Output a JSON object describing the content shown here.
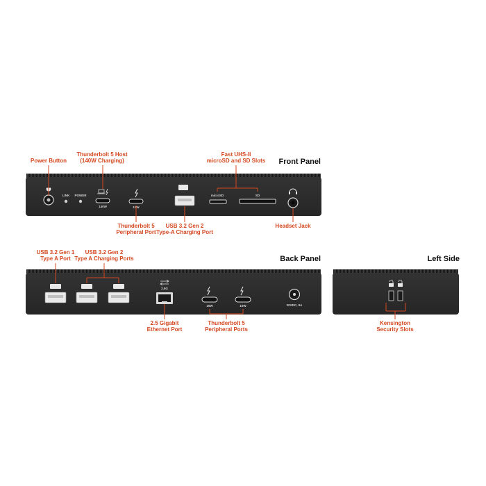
{
  "panels": {
    "front_title": "Front Panel",
    "back_title": "Back Panel",
    "left_title": "Left Side"
  },
  "front": {
    "power_button_label": "Power Button",
    "tb5_host_label_line1": "Thunderbolt 5 Host",
    "tb5_host_label_line2": "(140W Charging)",
    "uhs_label_line1": "Fast UHS-II",
    "uhs_label_line2": "microSD and SD Slots",
    "tb5_peripheral_label_line1": "Thunderbolt 5",
    "tb5_peripheral_label_line2": "Peripheral Port",
    "usb_gen2_label_line1": "USB 3.2 Gen 2",
    "usb_gen2_label_line2": "Type-A Charging Port",
    "headset_label": "Headset Jack",
    "link_text": "LINK",
    "power_text": "POWER",
    "host_watt": "140W",
    "periph_watt": "15W",
    "microsd_text": "microSD",
    "sd_text": "SD"
  },
  "back": {
    "usb_gen1_label_line1": "USB 3.2 Gen 1",
    "usb_gen1_label_line2": "Type A Port",
    "usb_gen2_label_line1": "USB 3.2 Gen 2",
    "usb_gen2_label_line2": "Type A Charging Ports",
    "ethernet_label_line1": "2.5 Gigabit",
    "ethernet_label_line2": "Ethernet Port",
    "tb5_label_line1": "Thunderbolt 5",
    "tb5_label_line2": "Peripheral Ports",
    "eth_speed_text": "2.5G",
    "tb_watt_1": "15W",
    "tb_watt_2": "15W",
    "dc_text": "20VDC, 9A"
  },
  "left": {
    "kensington_label_line1": "Kensington",
    "kensington_label_line2": "Security Slots"
  },
  "colors": {
    "annotation": "#d4471f",
    "dock_body": "#2c2c2c",
    "panel_titles": "#111111"
  }
}
